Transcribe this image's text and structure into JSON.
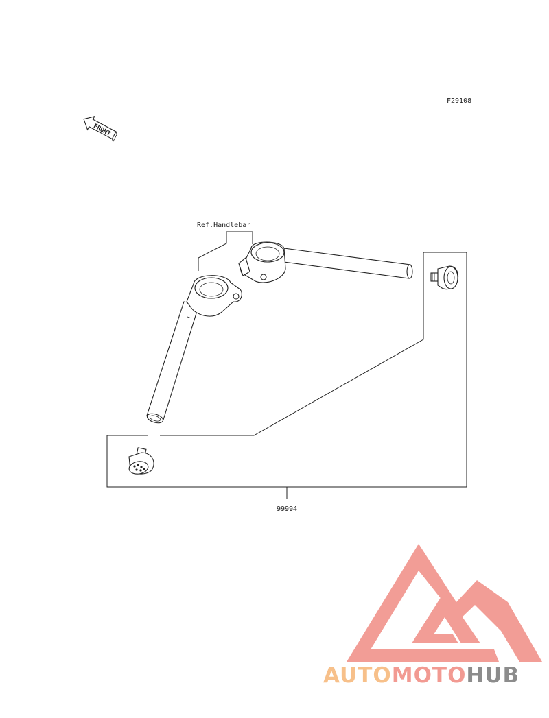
{
  "diagram": {
    "code": "F29108",
    "front_label": "FRONT",
    "ref_label": "Ref.Handlebar",
    "part_number": "99994"
  },
  "watermark": {
    "part1": "AUTO",
    "part2": "MOTO",
    "part3": "HUB",
    "colors": {
      "auto": "#f7c08a",
      "moto": "#f29a92",
      "hub": "#8c8c8c",
      "logo": "#f08c84"
    }
  }
}
